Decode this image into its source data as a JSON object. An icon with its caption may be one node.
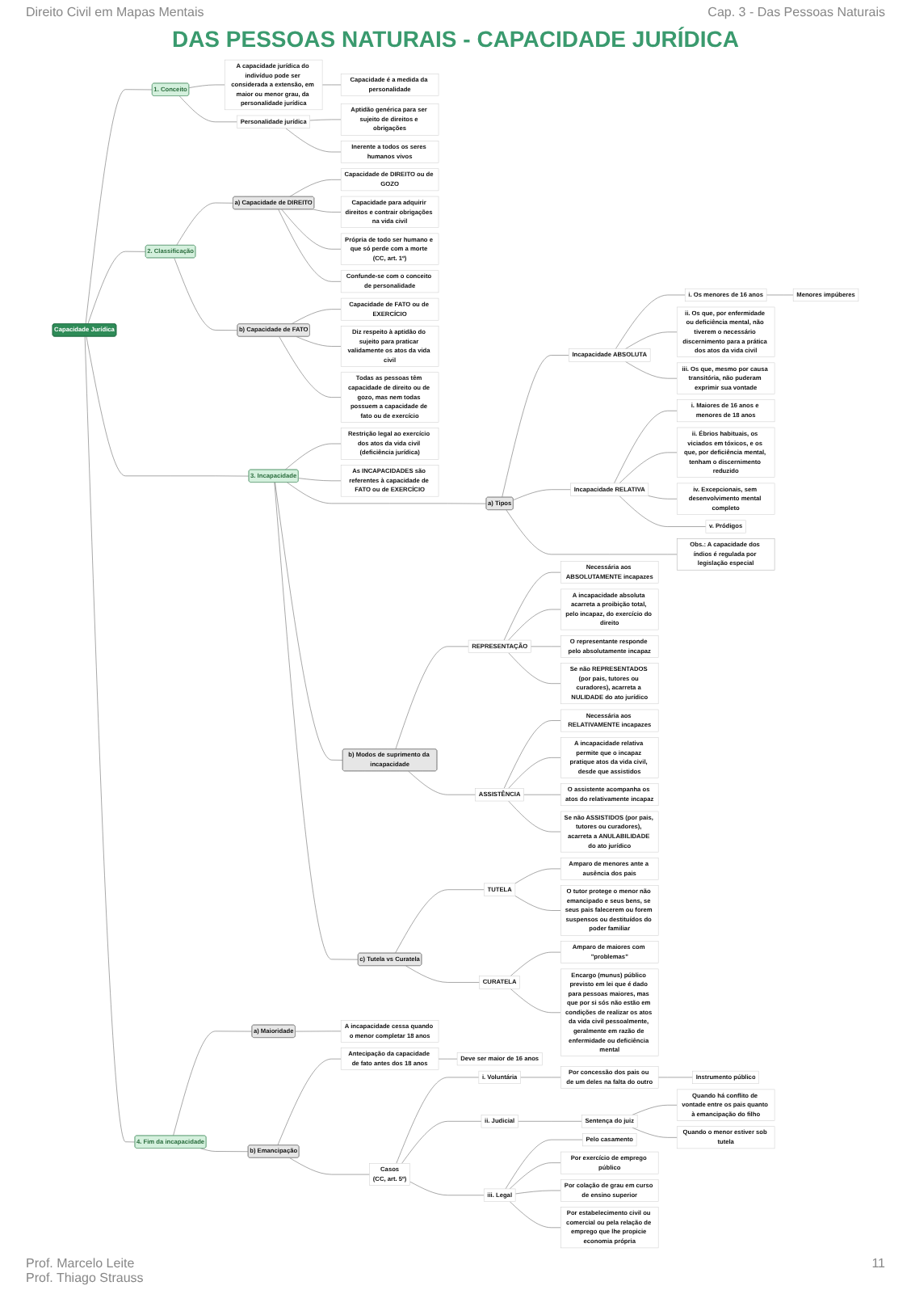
{
  "diagram": {
    "title": "DAS PESSOAS NATURAIS - CAPACIDADE JURÍDICA",
    "nodes": [
      {
        "text": [
          "Capacidade Jurídica"
        ]
      },
      {
        "text": [
          "1. Conceito"
        ]
      },
      {
        "text": [
          "A capacidade jurídica do indivíduo pode ser considerada a extensão, em maior ou menor grau, da personalidade jurídica"
        ]
      },
      {
        "text": [
          "Capacidade é a medida da personalidade"
        ]
      },
      {
        "text": [
          "Personalidade jurídica"
        ]
      },
      {
        "text": [
          "Aptidão genérica para ser sujeito de direitos e obrigações"
        ]
      },
      {
        "text": [
          "Inerente a todos os seres humanos vivos"
        ]
      },
      {
        "text": [
          "2. Classificação"
        ]
      },
      {
        "text": [
          "a) Capacidade de DIREITO"
        ]
      },
      {
        "text": [
          "Capacidade de DIREITO ou de GOZO"
        ]
      },
      {
        "text": [
          "Capacidade para adquirir direitos e contrair obrigações na vida civil"
        ]
      },
      {
        "text": [
          "Própria de todo ser humano e que só perde com a morte (CC, art. 1º)"
        ]
      },
      {
        "text": [
          "Confunde-se com o conceito de personalidade"
        ]
      },
      {
        "text": [
          "b) Capacidade de FATO"
        ]
      },
      {
        "text": [
          "Capacidade de FATO ou de EXERCÍCIO"
        ]
      },
      {
        "text": [
          "Diz respeito à aptidão do sujeito para praticar validamente os atos da vida civil"
        ]
      },
      {
        "text": [
          "Todas as pessoas têm capacidade de direito ou de gozo, mas nem todas possuem a capacidade de fato ou de exercício"
        ]
      },
      {
        "text": [
          "3. Incapacidade"
        ]
      },
      {
        "text": [
          "Restrição legal ao exercício dos atos da vida civil (deficiência jurídica)"
        ]
      },
      {
        "text": [
          "As INCAPACIDADES são referentes à capacidade de FATO ou de EXERCÍCIO"
        ]
      },
      {
        "text": [
          "a) Tipos"
        ]
      },
      {
        "text": [
          "Incapacidade ABSOLUTA"
        ]
      },
      {
        "text": [
          "i. Os menores de 16 anos"
        ]
      },
      {
        "text": [
          "Menores impúberes"
        ]
      },
      {
        "text": [
          "ii. Os que, por enfermidade ou deficiência mental, não tiverem o necessário discernimento para a prática dos atos da vida civil"
        ]
      },
      {
        "text": [
          "iii. Os que, mesmo por causa transitória, não puderam exprimir sua vontade"
        ]
      },
      {
        "text": [
          "Incapacidade RELATIVA"
        ]
      },
      {
        "text": [
          "i. Maiores de 16 anos e menores de 18 anos"
        ]
      },
      {
        "text": [
          "ii. Ébrios habituais, os viciados em tóxicos, e os que, por deficiência mental, tenham o discernimento reduzido"
        ]
      },
      {
        "text": [
          "iv. Excepcionais, sem desenvolvimento mental completo"
        ]
      },
      {
        "text": [
          "v. Pródigos"
        ]
      },
      {
        "text": [
          "Obs.: A capacidade dos índios é regulada por legislação especial"
        ]
      },
      {
        "text": [
          "b) Modos de suprimento da incapacidade"
        ]
      },
      {
        "text": [
          "REPRESENTAÇÃO"
        ]
      },
      {
        "text": [
          "Necessária aos ABSOLUTAMENTE incapazes"
        ]
      },
      {
        "text": [
          "A incapacidade absoluta acarreta a proibição total, pelo incapaz, do exercício do direito"
        ]
      },
      {
        "text": [
          "O representante responde pelo absolutamente incapaz"
        ]
      },
      {
        "text": [
          "Se não REPRESENTADOS (por pais, tutores ou curadores), acarreta a NULIDADE do ato jurídico"
        ]
      },
      {
        "text": [
          "ASSISTÊNCIA"
        ]
      },
      {
        "text": [
          "Necessária aos RELATIVAMENTE incapazes"
        ]
      },
      {
        "text": [
          "A incapacidade relativa permite que o incapaz pratique atos da vida civil, desde que assistidos"
        ]
      },
      {
        "text": [
          "O assistente acompanha os atos do relativamente incapaz"
        ]
      },
      {
        "text": [
          "Se não ASSISTIDOS (por pais, tutores ou curadores), acarreta a ANULABILIDADE do ato jurídico"
        ]
      },
      {
        "text": [
          "c) Tutela vs Curatela"
        ]
      },
      {
        "text": [
          "TUTELA"
        ]
      },
      {
        "text": [
          "Amparo de menores ante a ausência dos pais"
        ]
      },
      {
        "text": [
          "O tutor protege o menor não emancipado e seus bens, se seus pais falecerem ou forem suspensos ou destituídos do poder familiar"
        ]
      },
      {
        "text": [
          "CURATELA"
        ]
      },
      {
        "text": [
          "Amparo de maiores com \"problemas\""
        ]
      },
      {
        "text": [
          "Encargo (munus) público previsto em lei que é dado para pessoas maiores, mas que por si sós não estão em condições de realizar os atos da vida civil pessoalmente, geralmente em razão de enfermidade ou deficiência mental"
        ]
      },
      {
        "text": [
          "4. Fim da incapacidade"
        ]
      },
      {
        "text": [
          "a) Maioridade"
        ]
      },
      {
        "text": [
          "A incapacidade cessa quando o menor completar 18 anos"
        ]
      },
      {
        "text": [
          "b) Emancipação"
        ]
      },
      {
        "text": [
          "Antecipação da capacidade de fato antes dos 18 anos"
        ]
      },
      {
        "text": [
          "Deve ser maior de 16 anos"
        ]
      },
      {
        "text": [
          "Casos",
          "(CC, art. 5º)"
        ]
      },
      {
        "text": [
          "i. Voluntária"
        ]
      },
      {
        "text": [
          "Por concessão dos pais ou de um deles na falta do outro"
        ]
      },
      {
        "text": [
          "Instrumento público"
        ]
      },
      {
        "text": [
          "ii. Judicial"
        ]
      },
      {
        "text": [
          "Sentença do juiz"
        ]
      },
      {
        "text": [
          "Quando há conflito de vontade entre os pais quanto à emancipação do filho"
        ]
      },
      {
        "text": [
          "Quando o menor estiver sob tutela"
        ]
      },
      {
        "text": [
          "iii. Legal"
        ]
      },
      {
        "text": [
          "Pelo casamento"
        ]
      },
      {
        "text": [
          "Por exercício de emprego público"
        ]
      },
      {
        "text": [
          "Por colação de grau em curso de ensino superior"
        ]
      },
      {
        "text": [
          "Por estabelecimento civil ou comercial ou pela relação de emprego que lhe propicie economia própria"
        ]
      }
    ],
    "edges": [
      {
        "from": 0,
        "to": 1,
        "arrow": "none"
      },
      {
        "from": 1,
        "to": 2,
        "arrow": "none"
      },
      {
        "from": 2,
        "to": 3,
        "arrow": "none"
      },
      {
        "from": 1,
        "to": 4,
        "arrow": "none"
      },
      {
        "from": 4,
        "to": 5,
        "arrow": "none"
      },
      {
        "from": 4,
        "to": 6,
        "arrow": "none"
      },
      {
        "from": 0,
        "to": 7,
        "arrow": "none"
      },
      {
        "from": 7,
        "to": 8,
        "arrow": "none"
      },
      {
        "from": 8,
        "to": 9,
        "arrow": "none"
      },
      {
        "from": 8,
        "to": 10,
        "arrow": "none"
      },
      {
        "from": 8,
        "to": 11,
        "arrow": "none"
      },
      {
        "from": 8,
        "to": 12,
        "arrow": "none"
      },
      {
        "from": 7,
        "to": 13,
        "arrow": "none"
      },
      {
        "from": 13,
        "to": 14,
        "arrow": "none"
      },
      {
        "from": 13,
        "to": 15,
        "arrow": "none"
      },
      {
        "from": 13,
        "to": 16,
        "arrow": "none"
      },
      {
        "from": 0,
        "to": 17,
        "arrow": "none"
      },
      {
        "from": 17,
        "to": 18,
        "arrow": "none"
      },
      {
        "from": 17,
        "to": 19,
        "arrow": "none"
      },
      {
        "from": 17,
        "to": 20,
        "arrow": "none"
      },
      {
        "from": 20,
        "to": 21,
        "arrow": "none"
      },
      {
        "from": 21,
        "to": 22,
        "arrow": "none"
      },
      {
        "from": 22,
        "to": 23,
        "arrow": "none"
      },
      {
        "from": 21,
        "to": 24,
        "arrow": "none"
      },
      {
        "from": 21,
        "to": 25,
        "arrow": "none"
      },
      {
        "from": 20,
        "to": 26,
        "arrow": "none"
      },
      {
        "from": 26,
        "to": 27,
        "arrow": "none"
      },
      {
        "from": 26,
        "to": 28,
        "arrow": "none"
      },
      {
        "from": 26,
        "to": 29,
        "arrow": "none"
      },
      {
        "from": 26,
        "to": 30,
        "arrow": "none"
      },
      {
        "from": 20,
        "to": 31,
        "arrow": "none"
      },
      {
        "from": 17,
        "to": 32,
        "arrow": "none"
      },
      {
        "from": 32,
        "to": 33,
        "arrow": "none"
      },
      {
        "from": 33,
        "to": 34,
        "arrow": "none"
      },
      {
        "from": 33,
        "to": 35,
        "arrow": "none"
      },
      {
        "from": 33,
        "to": 36,
        "arrow": "none"
      },
      {
        "from": 33,
        "to": 37,
        "arrow": "none"
      },
      {
        "from": 32,
        "to": 38,
        "arrow": "none"
      },
      {
        "from": 38,
        "to": 39,
        "arrow": "none"
      },
      {
        "from": 38,
        "to": 40,
        "arrow": "none"
      },
      {
        "from": 38,
        "to": 41,
        "arrow": "none"
      },
      {
        "from": 38,
        "to": 42,
        "arrow": "none"
      },
      {
        "from": 17,
        "to": 43,
        "arrow": "none"
      },
      {
        "from": 43,
        "to": 44,
        "arrow": "none"
      },
      {
        "from": 44,
        "to": 45,
        "arrow": "none"
      },
      {
        "from": 44,
        "to": 46,
        "arrow": "none"
      },
      {
        "from": 43,
        "to": 47,
        "arrow": "none"
      },
      {
        "from": 47,
        "to": 48,
        "arrow": "none"
      },
      {
        "from": 47,
        "to": 49,
        "arrow": "none"
      },
      {
        "from": 0,
        "to": 50,
        "arrow": "none"
      },
      {
        "from": 50,
        "to": 51,
        "arrow": "none"
      },
      {
        "from": 51,
        "to": 52,
        "arrow": "none"
      },
      {
        "from": 50,
        "to": 53,
        "arrow": "none"
      },
      {
        "from": 53,
        "to": 54,
        "arrow": "none"
      },
      {
        "from": 54,
        "to": 55,
        "arrow": "none"
      },
      {
        "from": 53,
        "to": 56,
        "arrow": "none"
      },
      {
        "from": 56,
        "to": 57,
        "arrow": "none"
      },
      {
        "from": 57,
        "to": 58,
        "arrow": "none"
      },
      {
        "from": 58,
        "to": 59,
        "arrow": "none"
      },
      {
        "from": 56,
        "to": 60,
        "arrow": "none"
      },
      {
        "from": 60,
        "to": 61,
        "arrow": "none"
      },
      {
        "from": 61,
        "to": 62,
        "arrow": "none"
      },
      {
        "from": 61,
        "to": 63,
        "arrow": "none"
      },
      {
        "from": 56,
        "to": 64,
        "arrow": "none"
      },
      {
        "from": 64,
        "to": 65,
        "arrow": "none"
      },
      {
        "from": 64,
        "to": 66,
        "arrow": "none"
      },
      {
        "from": 64,
        "to": 67,
        "arrow": "none"
      },
      {
        "from": 64,
        "to": 68,
        "arrow": "none"
      }
    ],
    "labels": [
      "Direito Civil em Mapas Mentais",
      "Cap. 3 - Das Pessoas Naturais",
      "Prof. Marcelo Leite",
      "Prof. Thiago Strauss",
      "11"
    ]
  }
}
